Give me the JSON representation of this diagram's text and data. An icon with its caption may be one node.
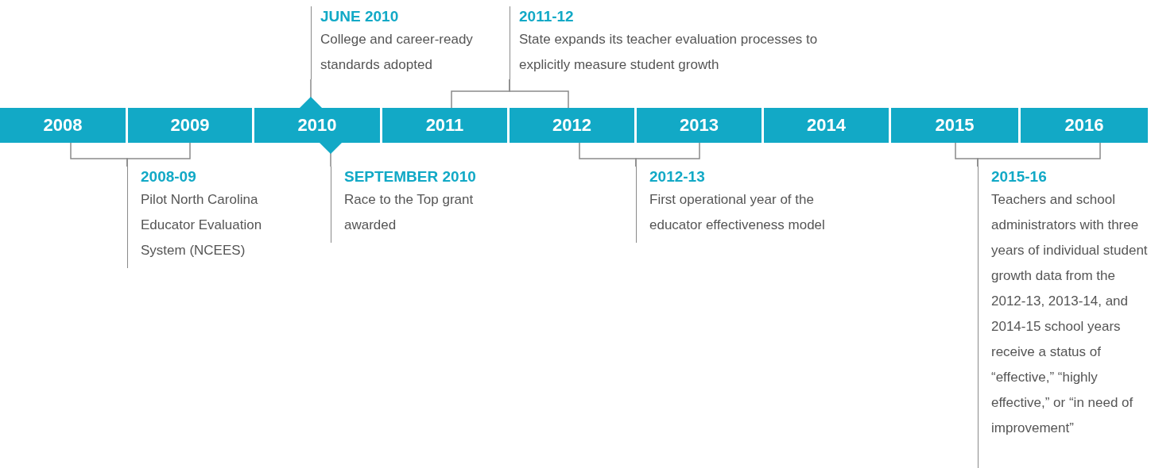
{
  "diagram": {
    "nodes": [
      {
        "text": [
          "2008"
        ]
      },
      {
        "text": [
          "2009"
        ]
      },
      {
        "text": [
          "2010"
        ]
      },
      {
        "text": [
          "2011"
        ]
      },
      {
        "text": [
          "2012"
        ]
      },
      {
        "text": [
          "2013"
        ]
      },
      {
        "text": [
          "2014"
        ]
      },
      {
        "text": [
          "2015"
        ]
      },
      {
        "text": [
          "2016"
        ]
      },
      {
        "text": [
          "2008-09",
          "Pilot North Carolina Educator Evaluation System (NCEES)"
        ]
      },
      {
        "text": [
          "JUNE 2010",
          "College and career-ready standards adopted"
        ]
      },
      {
        "text": [
          "SEPTEMBER 2010",
          "Race to the Top grant awarded"
        ]
      },
      {
        "text": [
          "2011-12",
          "State expands its teacher evaluation processes to explicitly measure student growth"
        ]
      },
      {
        "text": [
          "2012-13",
          "First operational year of the educator effectiveness model"
        ]
      },
      {
        "text": [
          "2015-16",
          "Teachers and school administrators with three years of individual student growth data from the 2012-13, 2013-14, and 2014-15 school years receive a status of “effective,” “highly effective,” or “in need of improvement”"
        ]
      }
    ],
    "edges": [
      {
        "from": 0,
        "to": 9,
        "arrow": "none"
      },
      {
        "from": 1,
        "to": 9,
        "arrow": "none"
      },
      {
        "from": 2,
        "to": 10,
        "arrow": "other"
      },
      {
        "from": 2,
        "to": 11,
        "arrow": "other"
      },
      {
        "from": 3,
        "to": 12,
        "arrow": "none"
      },
      {
        "from": 4,
        "to": 12,
        "arrow": "none"
      },
      {
        "from": 4,
        "to": 13,
        "arrow": "none"
      },
      {
        "from": 5,
        "to": 13,
        "arrow": "none"
      },
      {
        "from": 7,
        "to": 14,
        "arrow": "none"
      },
      {
        "from": 8,
        "to": 14,
        "arrow": "none"
      }
    ]
  }
}
